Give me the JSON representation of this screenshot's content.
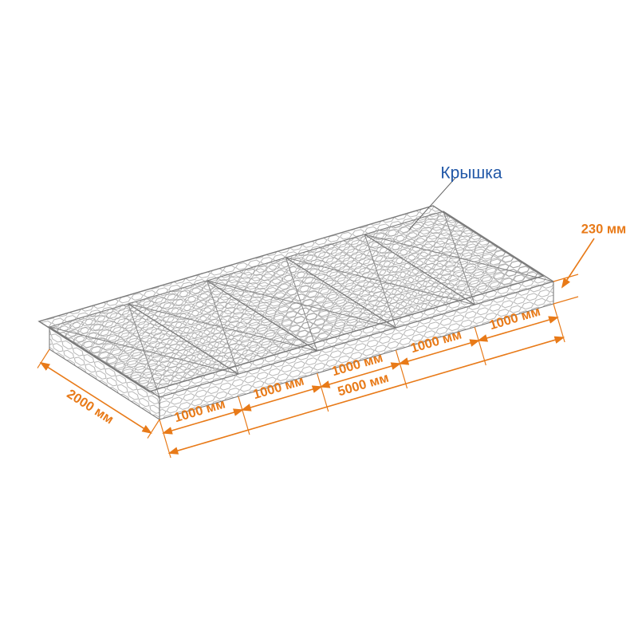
{
  "diagram": {
    "product_label": "Крышка",
    "dimensions": {
      "height": "230 мм",
      "width": "2000 мм",
      "length_total": "5000 мм",
      "length_segments": [
        "1000 мм",
        "1000 мм",
        "1000 мм",
        "1000 мм",
        "1000 мм"
      ]
    },
    "colors": {
      "dimension": "#e87a18",
      "label": "#2057a7",
      "mesh": "#8f8f8f",
      "mesh-edge": "#7a7a7a",
      "leader": "#666666"
    }
  }
}
